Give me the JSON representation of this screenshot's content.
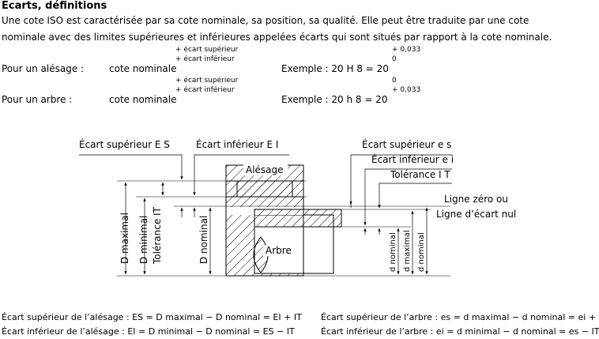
{
  "title": "Écarts, définitions",
  "intro": [
    "Une cote ISO est caractérisée par sa cote nominale, sa position, sa qualité. Elle peut être traduite par une cote",
    "nominale avec des limites supérieures et inférieures appelées écarts qui sont situés par rapport à la cote nominale."
  ],
  "rows": [
    {
      "label": "Pour un alésage :",
      "nominal": "cote nominale",
      "upper": "+ écart supérieur",
      "lower": "+ écart inférieur",
      "example": "Exemple : 20 H 8 = 20",
      "ex_upper": "+ 0,033",
      "ex_lower": "0"
    },
    {
      "label": "Pour un arbre :",
      "nominal": "cote nominale",
      "upper": "+ écart supérieur",
      "lower": "+ écart inférieur",
      "example": "Exemple : 20 h 8 = 20",
      "ex_upper": "0",
      "ex_lower": "+ 0,033"
    }
  ],
  "diagram": {
    "ecart_sup_E": "Écart supérieur E S",
    "ecart_inf_E": "Écart inférieur E I",
    "ecart_sup_e": "Écart supérieur e s",
    "ecart_inf_e": "Écart inférieur e i",
    "tolerance_arbre": "Tolérance I T",
    "alesage": "Alésage",
    "arbre": "Arbre",
    "ligne_zero": "Ligne zéro ou",
    "ligne_ecart": "Ligne d’écart nul",
    "D_maximal": "D maximal",
    "D_minimal": "D minimal",
    "tolerance_IT": "Tolérance IT",
    "D_nominal": "D nominal",
    "d_nominal_1": "d nominal",
    "d_maximal": "d maximal",
    "d_nominal_2": "d nominal"
  },
  "formulas": {
    "es_alesage": "Écart supérieur de l’alésage : ES = D maximal − D nominal = EI + IT",
    "ei_alesage": "Écart inférieur de l’alésage : EI = D minimal − D nominal = ES − IT",
    "es_arbre": "Écart supérieur de l’arbre : es = d maximal − d nominal = ei + IT",
    "ei_arbre": "Écart inférieur de l’arbre : ei = d minimal − d nominal = es − IT"
  }
}
